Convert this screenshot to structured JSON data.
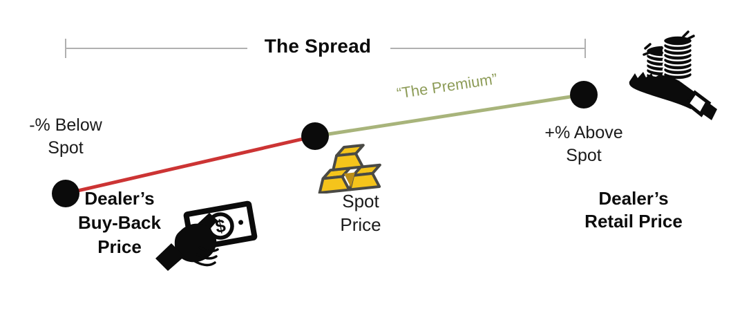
{
  "diagram": {
    "title": "The Spread",
    "premium": "“The Premium”",
    "below_spot": "-% Below\nSpot",
    "above_spot": "+% Above\nSpot",
    "buyback": "Dealer’s\nBuy-Back\nPrice",
    "spot": "Spot\nPrice",
    "retail": "Dealer’s\nRetail Price",
    "dollar_sign": "$"
  },
  "points": [
    {
      "name": "dealer-buy-back",
      "axis_label": "-% Below Spot",
      "position": "lowest"
    },
    {
      "name": "spot-price",
      "axis_label": "Spot Price",
      "position": "middle"
    },
    {
      "name": "dealer-retail",
      "axis_label": "+% Above Spot",
      "position": "highest"
    }
  ],
  "segments": [
    {
      "from": "dealer-buy-back",
      "to": "spot-price",
      "color_key": "spread-red"
    },
    {
      "from": "spot-price",
      "to": "dealer-retail",
      "color_key": "premium-olive",
      "label": "“The Premium”"
    }
  ],
  "icons": {
    "gold_bars": "gold-bars-icon",
    "cash_hand": "cash-in-hand-icon",
    "coins_hand": "coins-in-hand-icon"
  },
  "colors": {
    "spread-red": "#cc3434",
    "premium-olive": "#a8b47b",
    "premium-text": "#8d9c58",
    "bracket-gray": "#b0b0b0",
    "gold": "#f5c41b",
    "gold-dark": "#bc8e16",
    "gold-outline": "#4a4a45",
    "ink": "#0b0b0b"
  }
}
